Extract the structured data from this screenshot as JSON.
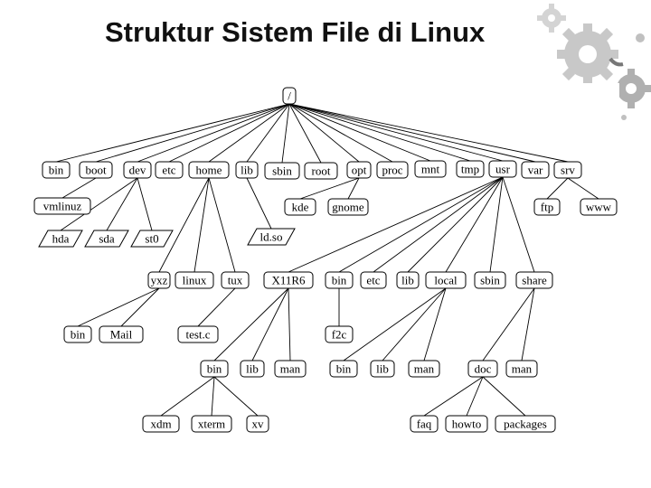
{
  "title": "Struktur Sistem File di Linux",
  "diagram": {
    "type": "tree",
    "root": "/",
    "first_level": [
      "bin",
      "boot",
      "dev",
      "etc",
      "home",
      "lib",
      "sbin",
      "root",
      "opt",
      "proc",
      "mnt",
      "tmp",
      "usr",
      "var",
      "srv"
    ],
    "nodes": {
      "root": "/",
      "bin": "bin",
      "boot": "boot",
      "dev": "dev",
      "etc": "etc",
      "home": "home",
      "lib": "lib",
      "sbin": "sbin",
      "root_dir": "root",
      "opt": "opt",
      "proc": "proc",
      "mnt": "mnt",
      "tmp": "tmp",
      "usr": "usr",
      "var": "var",
      "srv": "srv",
      "vmlinuz": "vmlinuz",
      "kde": "kde",
      "gnome": "gnome",
      "ftp": "ftp",
      "www": "www",
      "hda": "hda",
      "sda": "sda",
      "st0": "st0",
      "ldso": "ld.so",
      "yxz": "yxz",
      "linux": "linux",
      "tux": "tux",
      "x11r6": "X11R6",
      "usr_bin": "bin",
      "usr_etc": "etc",
      "usr_lib": "lib",
      "local": "local",
      "usr_sbin": "sbin",
      "share": "share",
      "home_bin": "bin",
      "mail": "Mail",
      "test_c": "test.c",
      "f2c": "f2c",
      "x_bin": "bin",
      "x_lib": "lib",
      "x_man": "man",
      "l_bin": "bin",
      "l_lib": "lib",
      "l_man": "man",
      "doc": "doc",
      "s_man": "man",
      "xdm": "xdm",
      "xterm": "xterm",
      "xv": "xv",
      "faq": "faq",
      "howto": "howto",
      "packages": "packages"
    }
  },
  "colors": {
    "background": "#ffffff",
    "gear": "#c8c8c8",
    "gear_dark": "#9a9a9a"
  }
}
